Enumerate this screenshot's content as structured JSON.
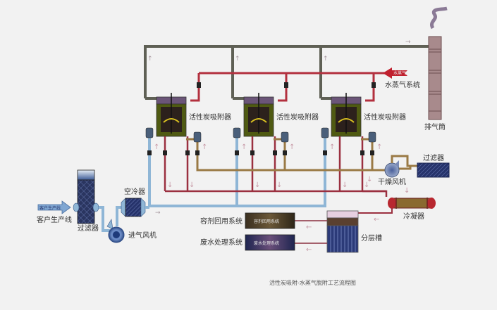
{
  "title": "活性炭吸附-水蒸气脱附工艺流程图",
  "labels": {
    "customer_line": "客户生产线",
    "customer_line_tag": "客户生产线",
    "filter_left": "过滤器",
    "inlet_fan": "进气风机",
    "air_cooler": "空冷器",
    "adsorber_1": "活性炭吸附器",
    "adsorber_2": "活性炭吸附器",
    "adsorber_3": "活性炭吸附器",
    "steam_tag": "水蒸气",
    "steam_system": "水蒸气系统",
    "stack": "排气筒",
    "filter_right": "过滤器",
    "drying_fan": "干燥风机",
    "condenser": "冷凝器",
    "separator": "分层槽",
    "solvent_system": "容剂回用系统",
    "solvent_box": "容剂回用系统",
    "wastewater_system": "废水处理系统",
    "wastewater_box": "废水处理系统"
  },
  "colors": {
    "exhaust_pipe": "#5f6055",
    "steam_pipe": "#b3303e",
    "air_pipe": "#8fb6d6",
    "dry_pipe": "#9a7a45",
    "condensate_pipe": "#8a3040",
    "adsorber_body": "#4f5a12",
    "adsorber_cap": "#6b5578",
    "vessel_dark": "#2a3560",
    "arrow": "#c79aa7"
  }
}
